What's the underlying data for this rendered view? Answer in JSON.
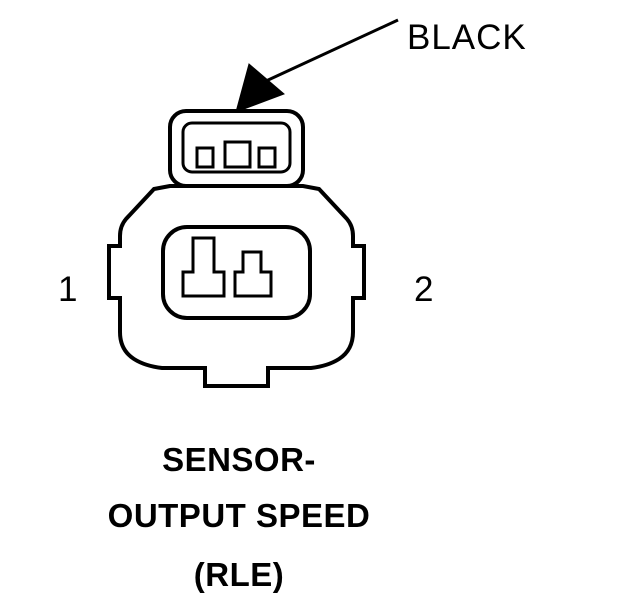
{
  "diagram": {
    "title_lines": {
      "line1": "SENSOR-",
      "line2": "OUTPUT SPEED",
      "line3": "(RLE)"
    },
    "wire_label": "BLACK",
    "pins": [
      {
        "number": "1",
        "side": "left"
      },
      {
        "number": "2",
        "side": "right"
      }
    ],
    "colors": {
      "line": "#000000",
      "background": "#ffffff"
    }
  }
}
